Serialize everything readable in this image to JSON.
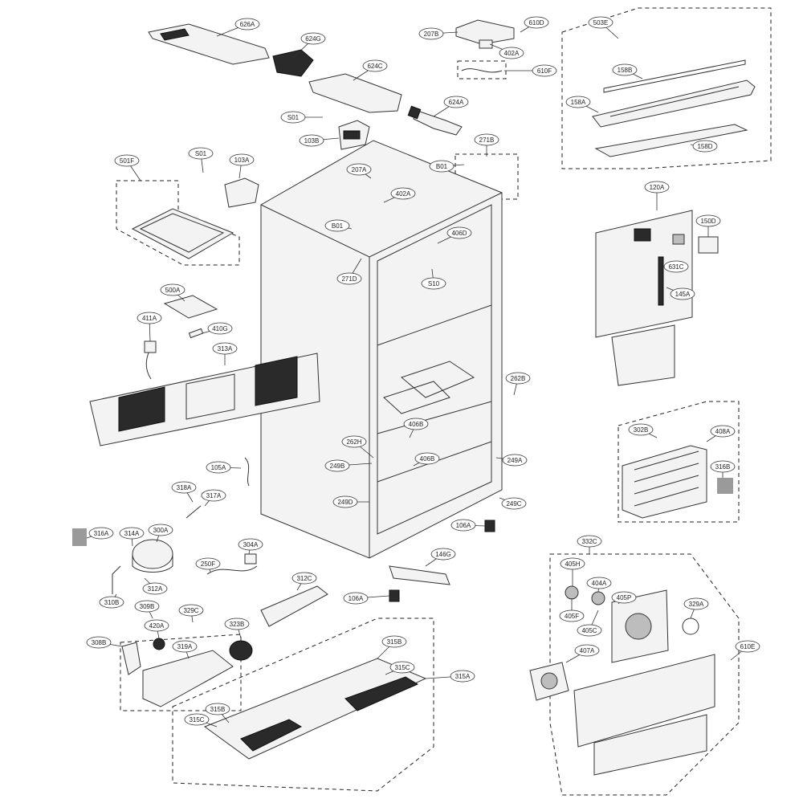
{
  "labels": [
    "626A",
    "624G",
    "624C",
    "624A",
    "S01",
    "103B",
    "207B",
    "610D",
    "402A",
    "610F",
    "503E",
    "158B",
    "158A",
    "158D",
    "501F",
    "S01",
    "103A",
    "207A",
    "402A",
    "271B",
    "B01",
    "B01",
    "406D",
    "S10",
    "271D",
    "120A",
    "150D",
    "631C",
    "145A",
    "500A",
    "411A",
    "410G",
    "313A",
    "262B",
    "406B",
    "262H",
    "406B",
    "249B",
    "249A",
    "249D",
    "249C",
    "106A",
    "105A",
    "302B",
    "408A",
    "316B",
    "318A",
    "317A",
    "316A",
    "314A",
    "300A",
    "304A",
    "250F",
    "312A",
    "310B",
    "146G",
    "312C",
    "106A",
    "332C",
    "405H",
    "404A",
    "405P",
    "329A",
    "405F",
    "405C",
    "309B",
    "329C",
    "420A",
    "323B",
    "308B",
    "319A",
    "315B",
    "315C",
    "315A",
    "407A",
    "610E",
    "315C",
    "315B"
  ],
  "swatch_color": "#9a9a9a"
}
